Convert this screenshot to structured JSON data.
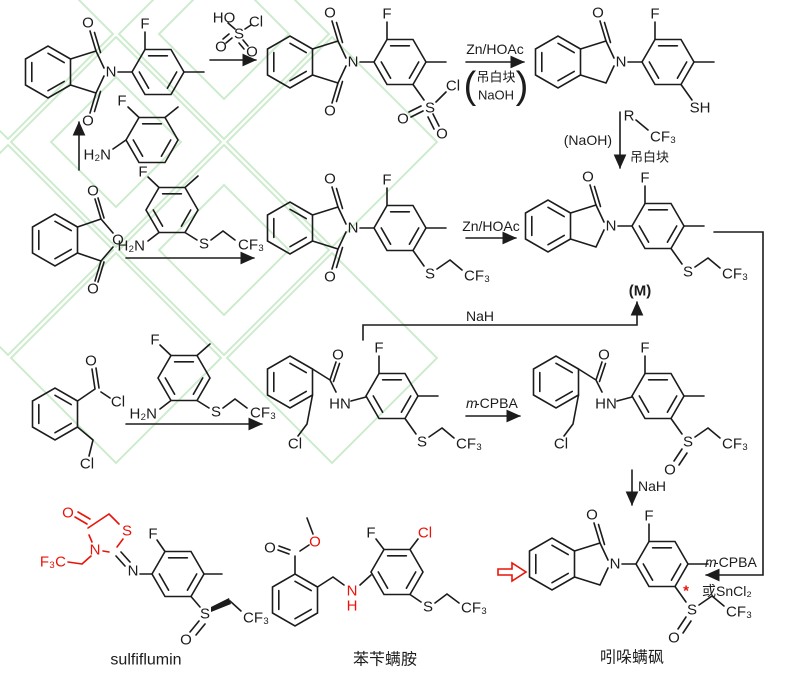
{
  "colors": {
    "ink": "#1c1c1c",
    "red": "#ea1309",
    "watermark": "#cdeccd",
    "background": "#ffffff"
  },
  "atoms": {
    "O": "O",
    "N": "N",
    "F": "F",
    "S": "S",
    "Cl": "Cl",
    "SH": "SH",
    "HN": "HN",
    "H2N": "H₂N",
    "HO": "HO",
    "CF3": "CF₃",
    "F3C": "F₃C",
    "R": "R",
    "NH_N": "N",
    "NH_H": "H",
    "asterisk": "*"
  },
  "labels": {
    "zn_hoac": "Zn/HOAc",
    "diaobaikuai": "吊白块",
    "naoh": "NaOH",
    "naoh_paren": "(NaOH)",
    "nah": "NaH",
    "mcpba_m": "m",
    "mcpba_rest": "-CPBA",
    "or_sncl2": "或SnCl₂",
    "m_compound": "(M)",
    "paren_open": "(",
    "paren_close": ")"
  },
  "compounds": {
    "sulfiflumin": "sulfiflumin",
    "benzylamine_cn": "苯苄螨胺",
    "indole_sulfone_cn": "吲哚螨砜"
  }
}
